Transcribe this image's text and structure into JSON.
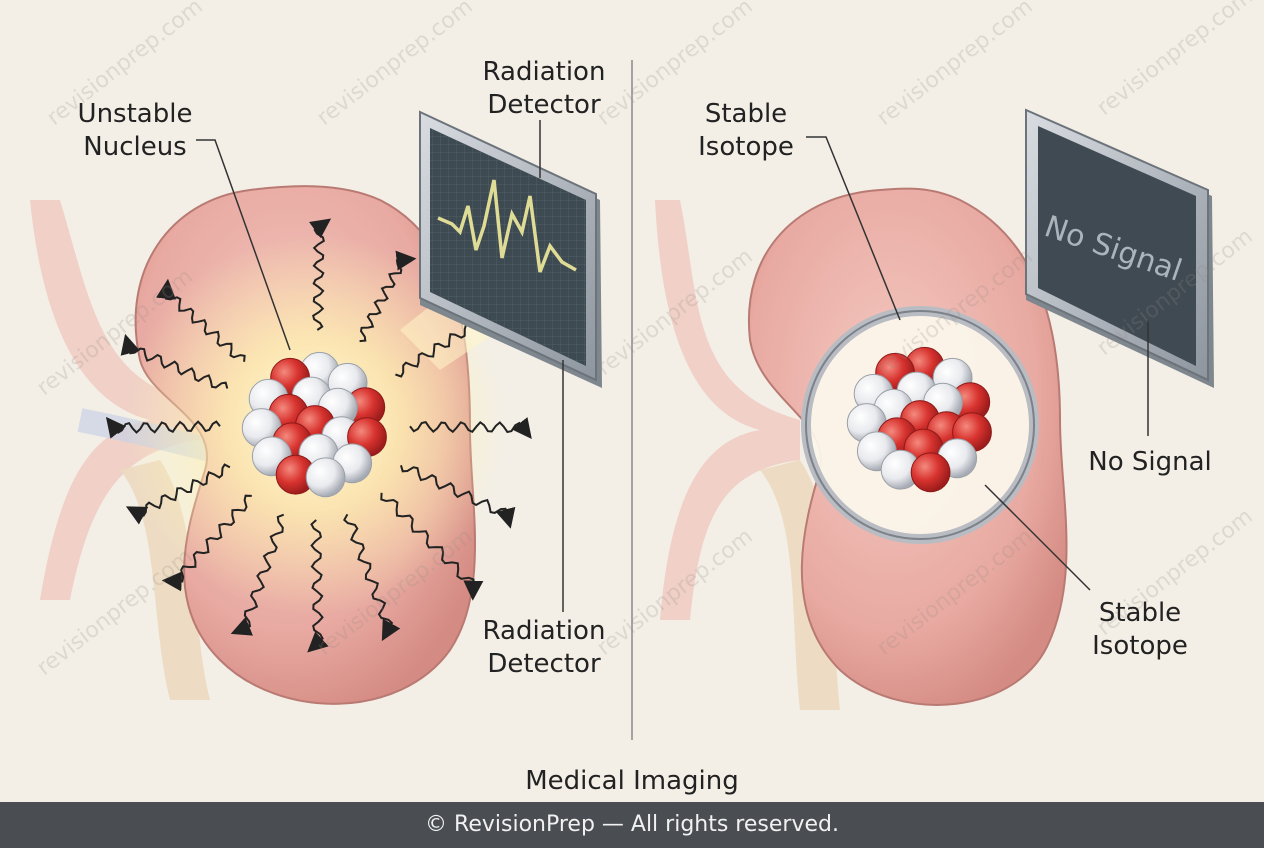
{
  "left_panel": {
    "nucleus_label": [
      "Unstable",
      "Nucleus"
    ],
    "detector_top_label": [
      "Radiation",
      "Detector"
    ],
    "detector_bottom_label": [
      "Radiation",
      "Detector"
    ]
  },
  "right_panel": {
    "isotope_top_label": [
      "Stable",
      "Isotope"
    ],
    "screen_text": "No Signal",
    "signal_label": "No Signal",
    "isotope_bottom_label": [
      "Stable",
      "Isotope"
    ]
  },
  "caption": "Medical Imaging",
  "footer": "© RevisionPrep — All rights reserved.",
  "watermark": "revisionprep.com",
  "colors": {
    "kidney": "#e8aaa2",
    "proton": "#d8332f",
    "neutron": "#e9eaee",
    "screen": "#3f4a52",
    "signal": "#e8e49a",
    "footer_bg": "#4a4d52"
  }
}
